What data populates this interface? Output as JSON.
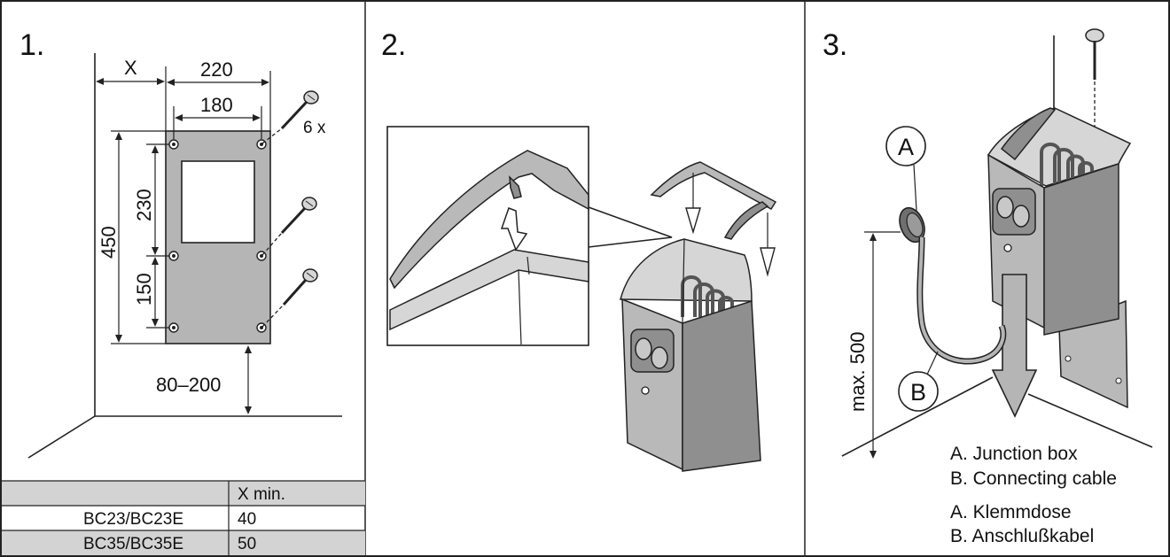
{
  "panels": [
    {
      "number": "1."
    },
    {
      "number": "2."
    },
    {
      "number": "3."
    }
  ],
  "panel1": {
    "x_label": "X",
    "width_outer": "220",
    "width_inner": "180",
    "screw_count": "6 x",
    "height_total": "450",
    "height_upper": "230",
    "height_lower": "150",
    "floor_gap": "80–200"
  },
  "table": {
    "header": [
      "",
      "X min."
    ],
    "rows": [
      {
        "model": "BC23/BC23E",
        "x_min": "40"
      },
      {
        "model": "BC35/BC35E",
        "x_min": "50"
      }
    ],
    "colors": {
      "header_bg": "#d3d3d3",
      "alt_row_bg": "#d3d3d3"
    }
  },
  "panel3": {
    "callout_a": "A",
    "callout_b": "B",
    "height_label": "max. 500",
    "legend": [
      "A. Junction box",
      "B. Connecting cable",
      "A. Klemmdose",
      "B. Anschlußkabel"
    ]
  },
  "colors": {
    "metal": "#b9b9b9",
    "metal_dark": "#8f8f8f",
    "metal_light": "#d6d6d6",
    "line": "#222222"
  }
}
